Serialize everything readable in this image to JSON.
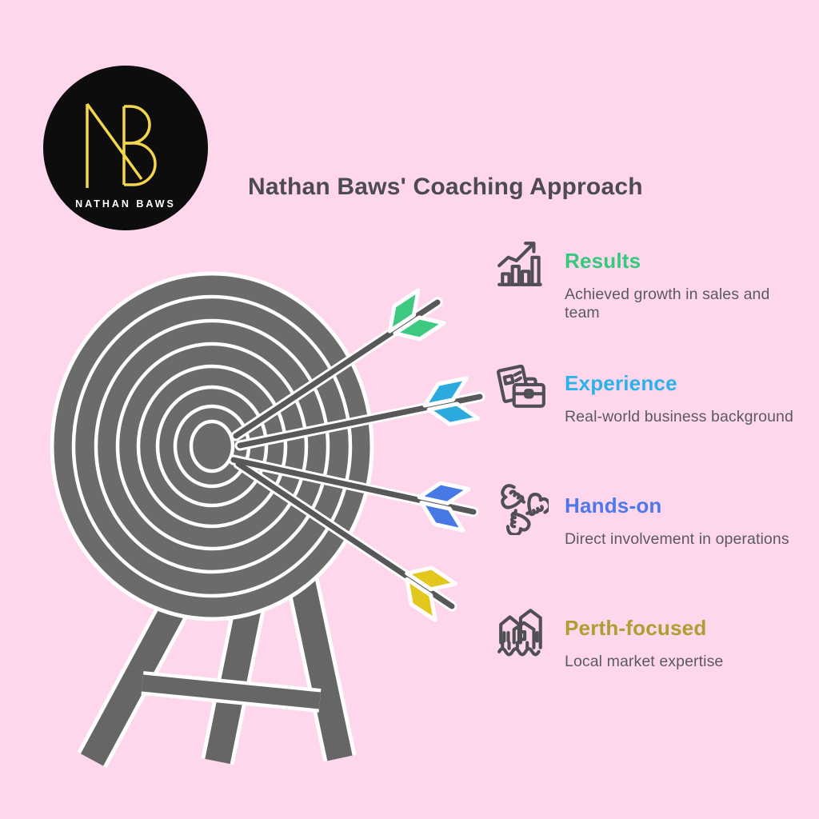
{
  "page": {
    "background": "#ffd7ec"
  },
  "logo": {
    "brand_initials": "NB",
    "brand_name": "NATHAN BAWS",
    "circle_color": "#0d0d0d",
    "monogram_color": "#f2d64b",
    "text_color": "#ffffff"
  },
  "header": {
    "title": "Nathan Baws' Coaching Approach",
    "color": "#4b4b51"
  },
  "illustration": {
    "name": "archery-target-with-four-arrows-on-stand",
    "target_color": "#6b6b6b",
    "outline_color": "#fdfdfd",
    "shaft_color": "#58585a",
    "arrow_colors": [
      "#3ec981",
      "#2ca9dd",
      "#4679e3",
      "#e2c81c"
    ]
  },
  "features": [
    {
      "icon": "growth-chart-icon",
      "title": "Results",
      "title_color": "#35c97e",
      "description": "Achieved growth in sales and team"
    },
    {
      "icon": "briefcase-documents-icon",
      "title": "Experience",
      "title_color": "#29b3e8",
      "description": "Real-world business background"
    },
    {
      "icon": "hands-together-icon",
      "title": "Hands-on",
      "title_color": "#4b7ae8",
      "description": "Direct involvement in operations"
    },
    {
      "icon": "city-waterfront-icon",
      "title": "Perth-focused",
      "title_color": "#ac9e2f",
      "description": "Local market expertise"
    }
  ]
}
